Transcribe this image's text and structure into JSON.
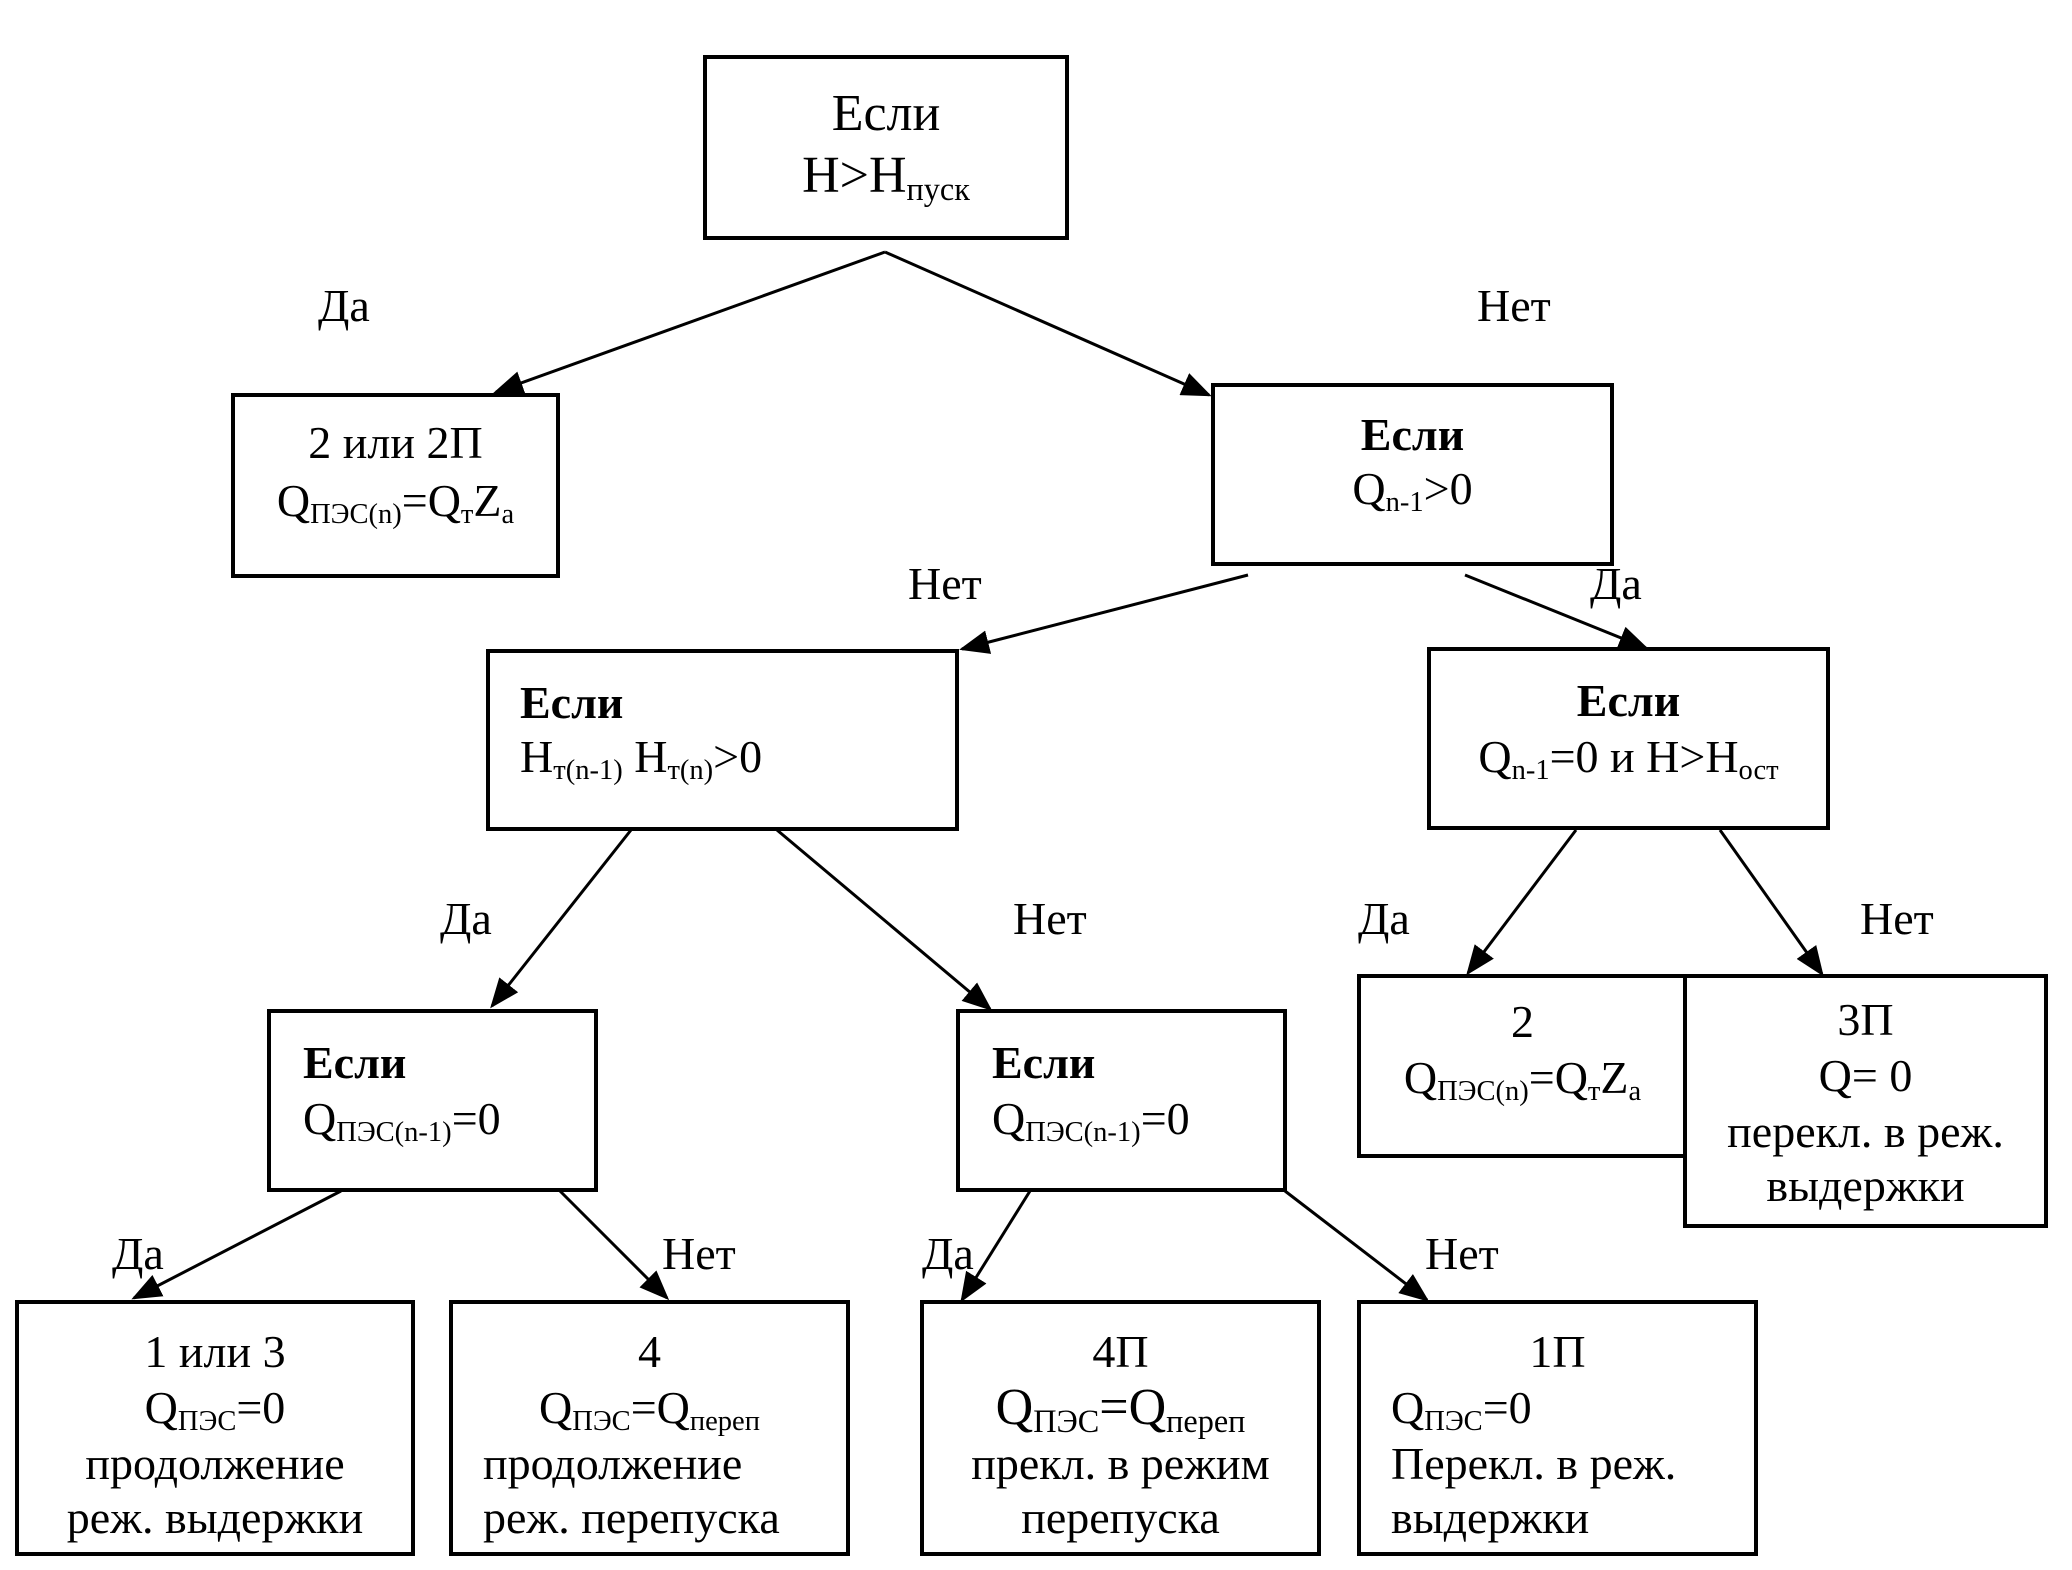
{
  "root": {
    "line1": "Если",
    "line2_main": "H>H",
    "line2_sub": "пуск"
  },
  "labels": {
    "root_yes": "Да",
    "root_no": "Нет",
    "q_no": "Нет",
    "q_yes": "Да",
    "ht_yes": "Да",
    "ht_no": "Нет",
    "qn_yes": "Да",
    "qn_no": "Нет",
    "pesL_yes": "Да",
    "pesL_no": "Нет",
    "pesR_yes": "Да",
    "pesR_no": "Нет"
  },
  "box_2_or_2p": {
    "title": "2 или 2П",
    "q": "Q",
    "q_sub": "ПЭС(n)",
    "eq": "=Q",
    "t_sub": "т",
    "z": "Z",
    "a_sub": "а"
  },
  "cond_q": {
    "title": "Если",
    "q": "Q",
    "q_sub": "n-1",
    "rest": ">0"
  },
  "cond_ht": {
    "title": "Если",
    "h1": "H",
    "h1_sub": "т(n-1)",
    "h2": " H",
    "h2_sub": "т(n)",
    "rest": ">0"
  },
  "cond_qn": {
    "title": "Если",
    "q": "Q",
    "q_sub": "n-1",
    "mid": "=0 и H>H",
    "ost_sub": "ост"
  },
  "cond_pes_left": {
    "title": "Если",
    "q": "Q",
    "q_sub": "ПЭС(n-1)",
    "rest": "=0"
  },
  "cond_pes_right": {
    "title": "Если",
    "q": "Q",
    "q_sub": "ПЭС(n-1)",
    "rest": "=0"
  },
  "leaf_2": {
    "title": "2",
    "q": "Q",
    "q_sub": "ПЭС(n)",
    "eq": "=Q",
    "t_sub": "т",
    "z": "Z",
    "a_sub": "а"
  },
  "leaf_3p": {
    "title": "3П",
    "line2": "Q= 0",
    "line3": "перекл. в реж.",
    "line4": "выдержки"
  },
  "leaf_1or3": {
    "title": "1 или 3",
    "q": "Q",
    "q_sub": "ПЭС",
    "rest": "=0",
    "line3": "продолжение",
    "line4": "реж. выдержки"
  },
  "leaf_4": {
    "title": "4",
    "q": "Q",
    "q_sub": "ПЭС",
    "eq": "=Q",
    "perep_sub": "переп",
    "line3": "продолжение",
    "line4": "реж. перепуска"
  },
  "leaf_4p": {
    "title": "4П",
    "q": "Q",
    "q_sub": "ПЭС",
    "eq": "=Q",
    "perep_sub": "переп",
    "line3": "прекл. в режим",
    "line4": "перепуска"
  },
  "leaf_1p": {
    "title": "1П",
    "q": "Q",
    "q_sub": "ПЭС",
    "rest": "=0",
    "line3": "Перекл. в реж.",
    "line4": "выдержки"
  }
}
